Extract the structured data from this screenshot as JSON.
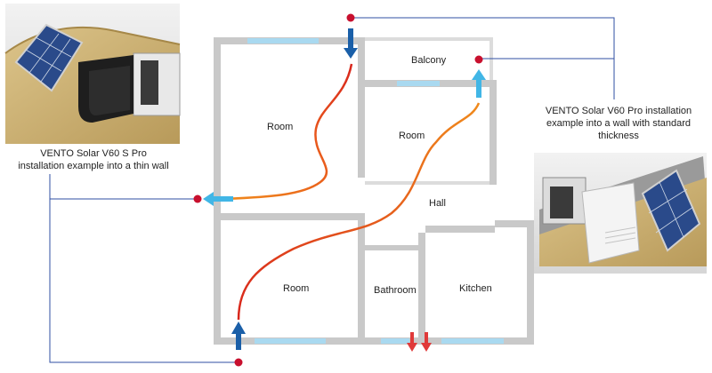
{
  "captions": {
    "left": "VENTO Solar V60 S Pro\ninstallation example into a thin wall",
    "right": "VENTO Solar V60 Pro installation\nexample into a wall with standard\nthickness"
  },
  "rooms": {
    "room_top_left": "Room",
    "balcony": "Balcony",
    "room_top_right": "Room",
    "hall": "Hall",
    "room_bottom_left": "Room",
    "bathroom": "Bathroom",
    "kitchen": "Kitchen"
  },
  "colors": {
    "wall": "#c9c9c9",
    "window": "#a9d9f0",
    "leader_line": "#2f4fa3",
    "marker_dot": "#c8102e",
    "arrow_dark_blue": "#1a5fa8",
    "arrow_light_blue": "#41b6e6",
    "arrow_red": "#e03a3a",
    "airflow_warm": "#f08a1c",
    "airflow_hot": "#d8261c"
  },
  "illustrations": {
    "left": "solar-panel-vento-thin-wall",
    "right": "solar-panel-vento-standard-wall"
  }
}
